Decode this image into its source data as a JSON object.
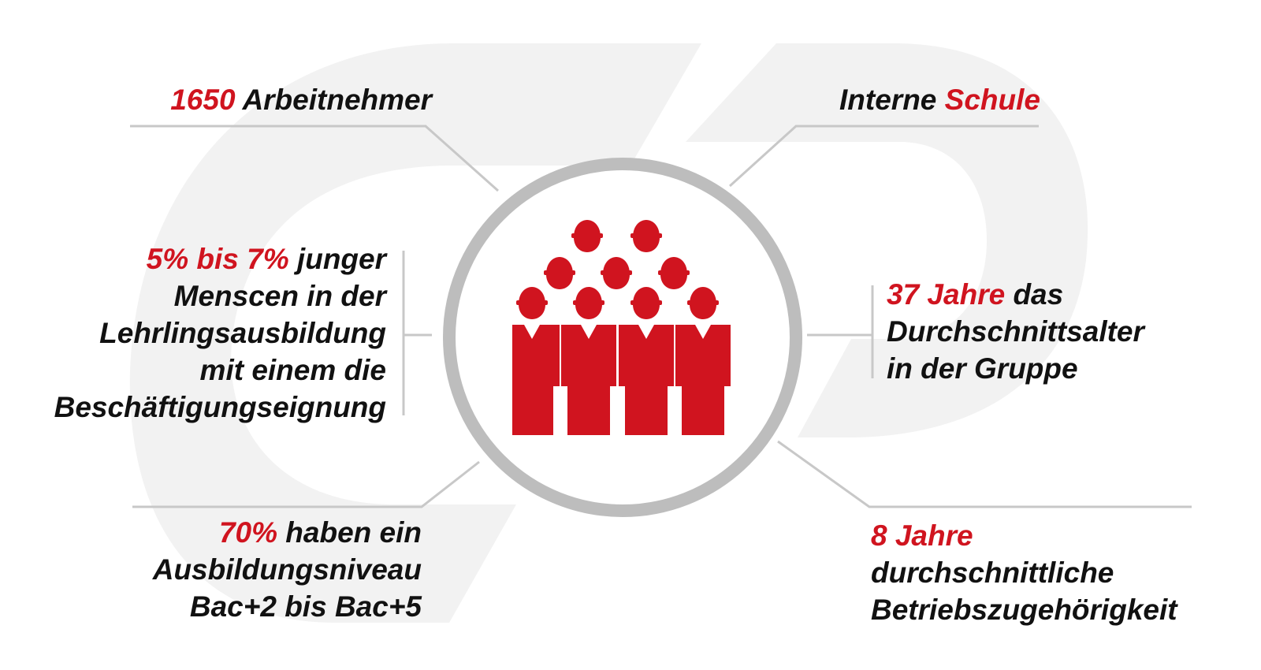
{
  "colors": {
    "accent": "#d0141f",
    "text": "#111111",
    "ring": "#bdbdbd",
    "connector": "#c8c8c8",
    "watermark": "#f2f2f2"
  },
  "icons": {
    "center": "group-of-workers-icon",
    "background": "logo-watermark-icon"
  },
  "stats": {
    "employees": {
      "highlight": "1650",
      "rest": " Arbeitnehmer"
    },
    "school": {
      "prefix": "Interne ",
      "highlight": "Schule"
    },
    "apprentices": {
      "highlight": "5% bis 7%",
      "line1_rest": " junger",
      "line2": "Menscen in der",
      "line3": "Lehrlingsausbildung",
      "line4": "mit einem die",
      "line5": "Beschäftigungseignung"
    },
    "age": {
      "highlight": "37 Jahre",
      "line1_rest": " das",
      "line2": "Durchschnittsalter",
      "line3": "in der Gruppe"
    },
    "education": {
      "highlight": "70%",
      "line1_rest": " haben ein",
      "line2": "Ausbildungsniveau",
      "line3": "Bac+2 bis Bac+5"
    },
    "tenure": {
      "highlight": "8 Jahre",
      "line2": "durchschnittliche",
      "line3": "Betriebszugehörigkeit"
    }
  }
}
